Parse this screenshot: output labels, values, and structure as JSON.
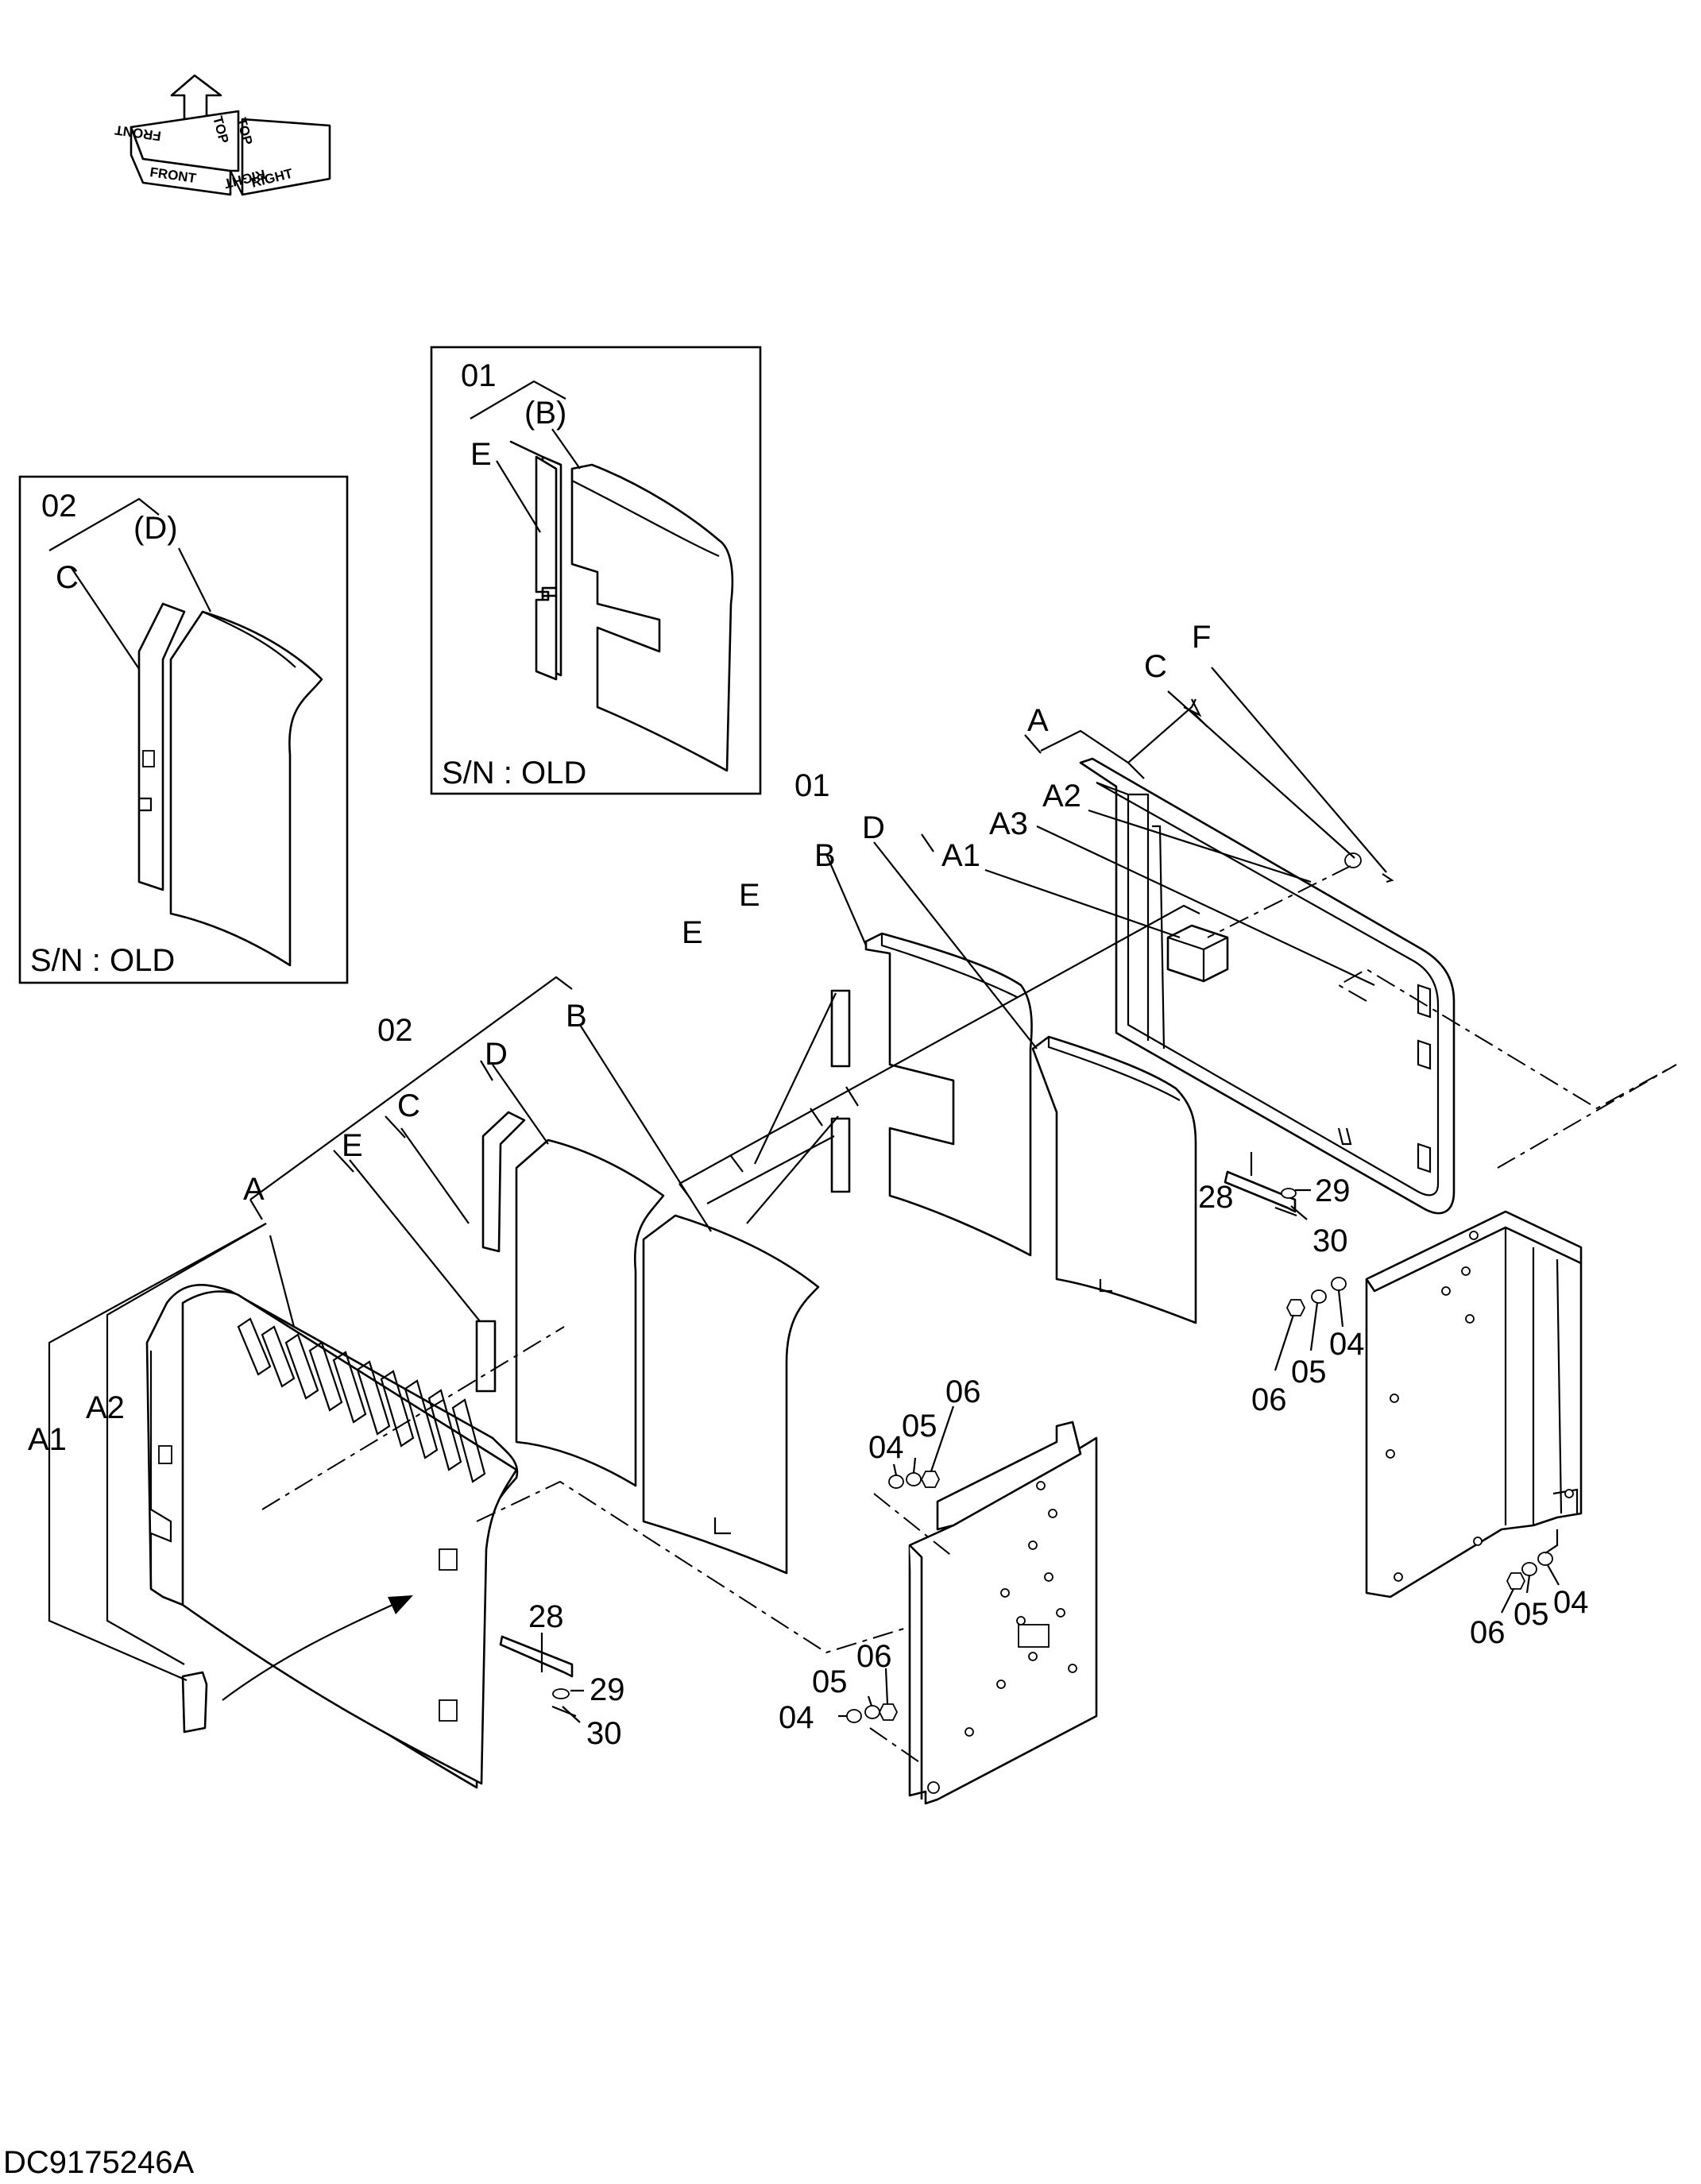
{
  "orientation": {
    "front": "FRONT",
    "top": "TOP",
    "right": "RIGHT"
  },
  "insets": [
    {
      "note": "S/N : OLD",
      "assembly": "02",
      "groups": [
        "(D)",
        "C"
      ]
    },
    {
      "note": "S/N : OLD",
      "assembly": "01",
      "groups": [
        "(B)",
        "E"
      ]
    }
  ],
  "callouts": {
    "left_assembly": {
      "assembly": "02",
      "groups": [
        "A",
        "E",
        "C",
        "D",
        "B",
        "A1",
        "A2"
      ]
    },
    "right_assembly": {
      "assembly": "01",
      "groups": [
        "A",
        "E",
        "E",
        "B",
        "D",
        "C",
        "F",
        "A1",
        "A2",
        "A3"
      ]
    },
    "hardware": [
      "28",
      "29",
      "30",
      "04",
      "05",
      "06"
    ]
  },
  "drawing_id": "DC9175246A"
}
